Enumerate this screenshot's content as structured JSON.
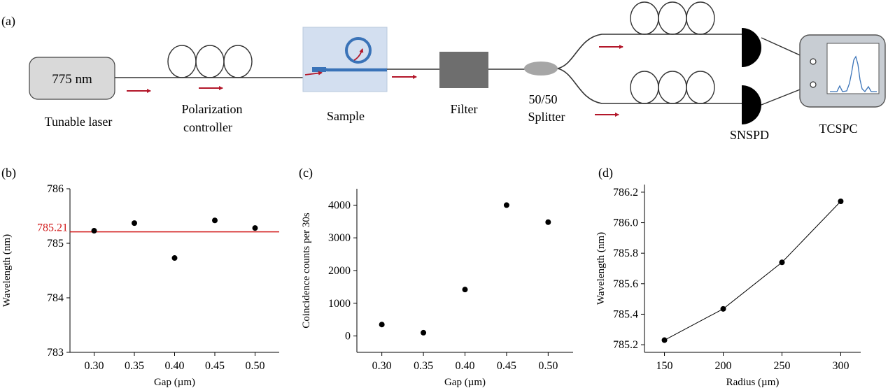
{
  "setup": {
    "panel_label": "(a)",
    "laser_label": "775 nm",
    "components": [
      "Tunable laser",
      "Polarization",
      "controller",
      "Sample",
      "Filter",
      "50/50",
      "Splitter",
      "SNSPD",
      "TCSPC"
    ]
  },
  "colors": {
    "arrow": "#b3172a",
    "reference_line": "#d11a1a",
    "chip_bg": "#d3dff0",
    "waveguide": "#3a73b8",
    "filter": "#6e6e6e",
    "laser_box": "#d9d9d9",
    "tcspc_box": "#c8cdd3",
    "trace": "#3a73b8"
  },
  "chart_data": [
    {
      "panel": "(b)",
      "type": "scatter",
      "x": [
        0.3,
        0.35,
        0.4,
        0.45,
        0.5
      ],
      "y": [
        785.23,
        785.37,
        784.73,
        785.42,
        785.28
      ],
      "xlabel": "Gap (µm)",
      "ylabel": "Wavelength (nm)",
      "xlim": [
        0.27,
        0.53
      ],
      "ylim": [
        783,
        786
      ],
      "xticks": [
        "0.30",
        "0.35",
        "0.40",
        "0.45",
        "0.50"
      ],
      "yticks": [
        "783",
        "784",
        "785",
        "786"
      ],
      "reference_line": {
        "y": 785.21,
        "label": "785.21"
      },
      "grid": false
    },
    {
      "panel": "(c)",
      "type": "scatter",
      "x": [
        0.3,
        0.35,
        0.4,
        0.45,
        0.5
      ],
      "y": [
        350,
        100,
        1420,
        4000,
        3480
      ],
      "xlabel": "Gap (µm)",
      "ylabel": "Coincidence counts per 30s",
      "xlim": [
        0.27,
        0.53
      ],
      "ylim": [
        -500,
        4500
      ],
      "xticks": [
        "0.30",
        "0.35",
        "0.40",
        "0.45",
        "0.50"
      ],
      "yticks": [
        "0",
        "1000",
        "2000",
        "3000",
        "4000"
      ],
      "grid": false
    },
    {
      "panel": "(d)",
      "type": "line",
      "x": [
        150,
        200,
        250,
        300
      ],
      "y": [
        785.23,
        785.435,
        785.74,
        786.14
      ],
      "xlabel": "Radius (µm)",
      "ylabel": "Wavelength (nm)",
      "xlim": [
        133,
        317
      ],
      "ylim": [
        785.15,
        786.25
      ],
      "xticks": [
        "150",
        "200",
        "250",
        "300"
      ],
      "yticks": [
        "785.2",
        "785.4",
        "785.6",
        "785.8",
        "786.0",
        "786.2"
      ],
      "grid": false
    }
  ]
}
